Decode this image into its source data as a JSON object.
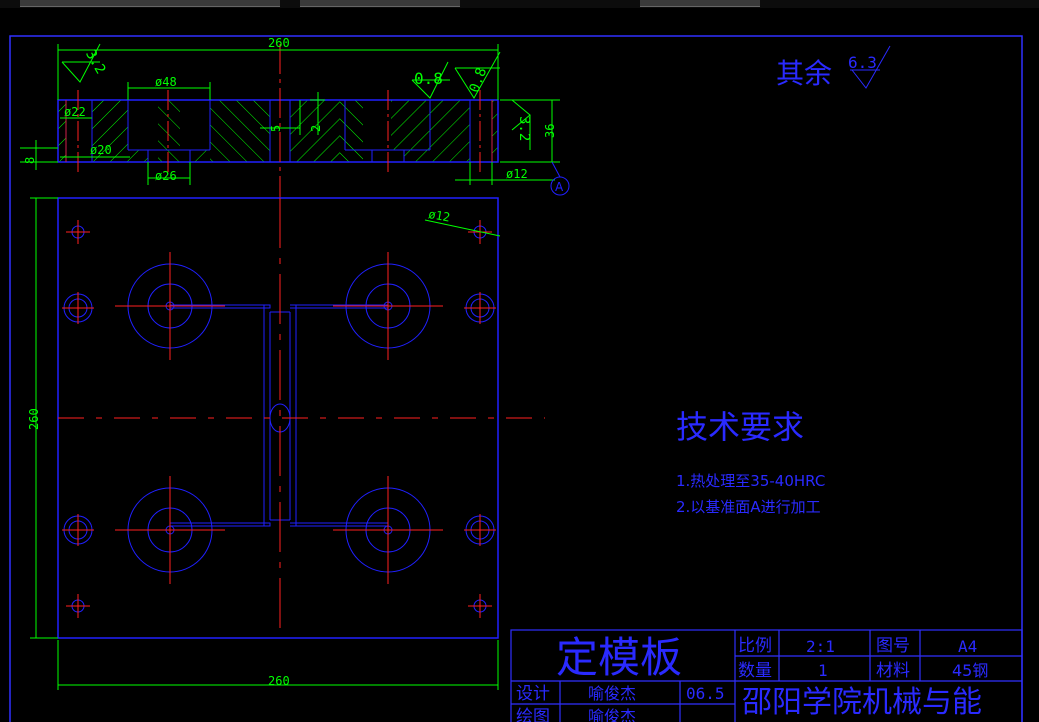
{
  "part_name": "定模板",
  "surface_finish": {
    "label": "其余",
    "value": "6.3"
  },
  "technical_requirements": {
    "title": "技术要求",
    "items": [
      "1.热处理至35-40HRC",
      "2.以基准面A进行加工"
    ]
  },
  "section_view": {
    "roughness": [
      "3.2",
      "0.8",
      "0.8",
      "3.2"
    ],
    "dims": [
      "260",
      "ø48",
      "ø22",
      "ø20",
      "ø26",
      "5",
      "2",
      "36",
      "8",
      "ø12"
    ],
    "datum": "A"
  },
  "plan_view": {
    "dims": [
      "ø12",
      "260",
      "260"
    ]
  },
  "title_block": {
    "scale_label": "比例",
    "scale_value": "2:1",
    "drawing_no_label": "图号",
    "drawing_no_value": "A4",
    "qty_label": "数量",
    "qty_value": "1",
    "material_label": "材料",
    "material_value": "45钢",
    "designer_label": "设计",
    "designer_name": "喻俊杰",
    "date": "06.5",
    "drafter_label": "绘图",
    "drafter_name": "喻俊杰",
    "school": "邵阳学院机械与能"
  },
  "colors": {
    "outline": "#2020ff",
    "dimension": "#00ff00",
    "centerline": "#ff2020",
    "text_blue": "#2a2aff",
    "hatch": "#00ff00",
    "frame": "#3030ff"
  }
}
